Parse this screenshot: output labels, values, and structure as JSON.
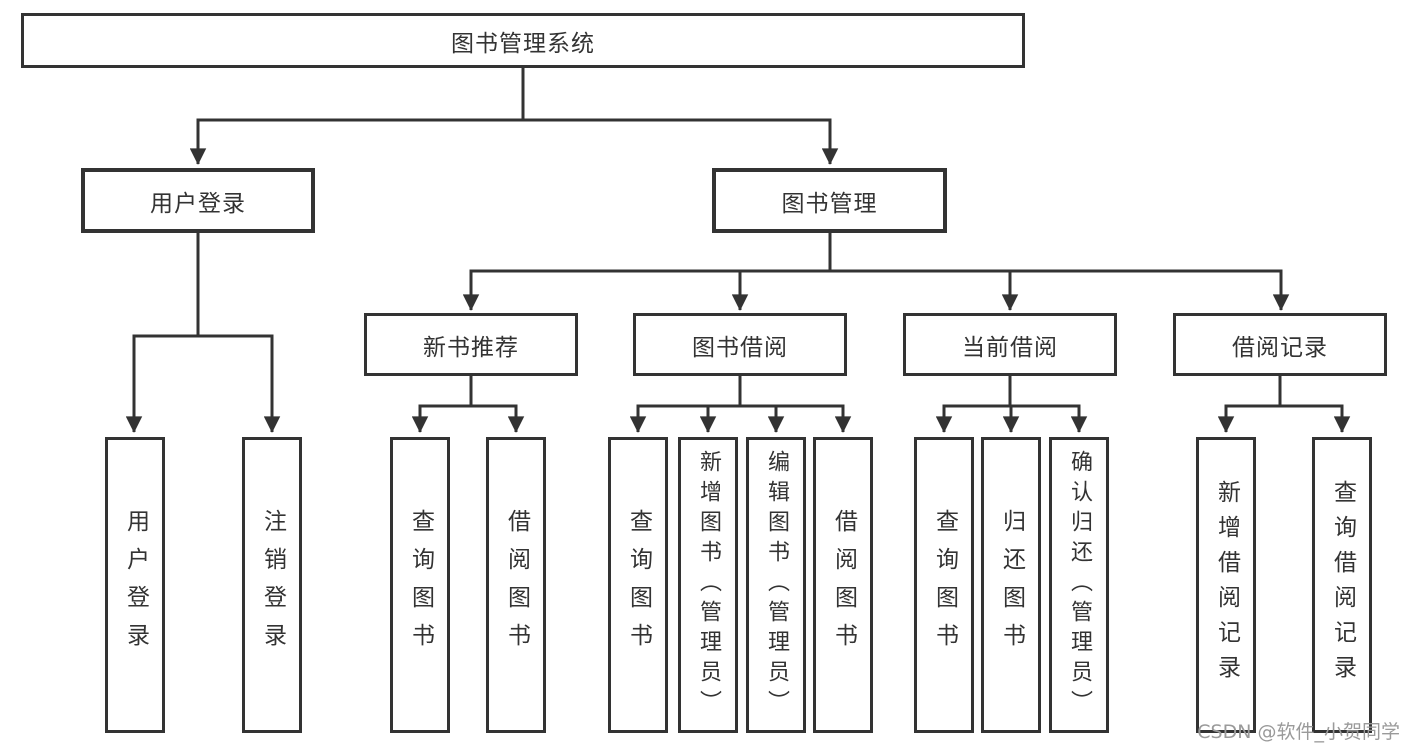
{
  "diagram": {
    "type": "hierarchy-tree",
    "root": {
      "label": "图书管理系统"
    },
    "level2": [
      {
        "label": "用户登录",
        "parent": "图书管理系统"
      },
      {
        "label": "图书管理",
        "parent": "图书管理系统"
      }
    ],
    "level3": [
      {
        "label": "新书推荐",
        "parent": "图书管理"
      },
      {
        "label": "图书借阅",
        "parent": "图书管理"
      },
      {
        "label": "当前借阅",
        "parent": "图书管理"
      },
      {
        "label": "借阅记录",
        "parent": "图书管理"
      }
    ],
    "leaves": [
      {
        "label": "用户登录",
        "parent": "用户登录"
      },
      {
        "label": "注销登录",
        "parent": "用户登录"
      },
      {
        "label": "查询图书",
        "parent": "新书推荐"
      },
      {
        "label": "借阅图书",
        "parent": "新书推荐"
      },
      {
        "label": "查询图书",
        "parent": "图书借阅"
      },
      {
        "label": "新增图书（管理员）",
        "parent": "图书借阅"
      },
      {
        "label": "编辑图书（管理员）",
        "parent": "图书借阅"
      },
      {
        "label": "借阅图书",
        "parent": "图书借阅"
      },
      {
        "label": "查询图书",
        "parent": "当前借阅"
      },
      {
        "label": "归还图书",
        "parent": "当前借阅"
      },
      {
        "label": "确认归还（管理员）",
        "parent": "当前借阅"
      },
      {
        "label": "新增借阅记录",
        "parent": "借阅记录"
      },
      {
        "label": "查询借阅记录",
        "parent": "借阅记录"
      }
    ],
    "watermark": "CSDN @软件_小贺同学",
    "colors": {
      "line": "#333333",
      "border": "#333333",
      "text": "#333333",
      "background": "#ffffff",
      "watermark": "#9a9a9a"
    }
  }
}
